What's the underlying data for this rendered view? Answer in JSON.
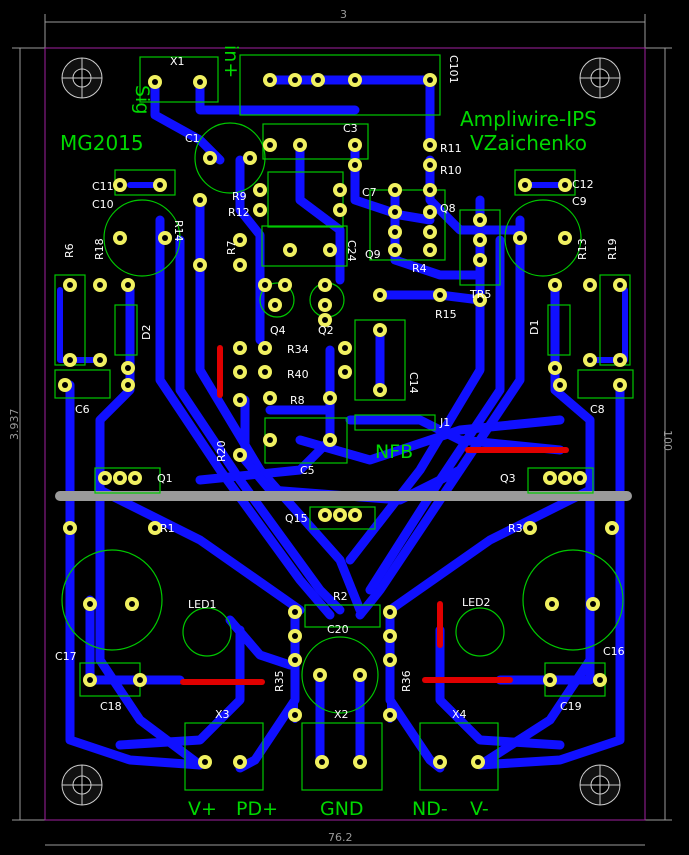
{
  "board": {
    "title": "Ampliwire-IPS",
    "author": "VZaichenko",
    "code": "MG2015",
    "dim_top": "3",
    "dim_bottom": "76.2",
    "dim_left": "3.937",
    "dim_right": "100",
    "nfb": "NFB"
  },
  "terminals": [
    {
      "ref": "X3",
      "labels": [
        "V+",
        "PD+"
      ]
    },
    {
      "ref": "X2",
      "labels": [
        "GND"
      ]
    },
    {
      "ref": "X4",
      "labels": [
        "ND-",
        "V-"
      ]
    },
    {
      "ref": "X1",
      "labels": [
        "Sig",
        "in+"
      ]
    }
  ],
  "parts": {
    "C101": "C101",
    "C1": "C1",
    "C3": "C3",
    "R11": "R11",
    "R10": "R10",
    "C7": "C7",
    "Q8": "Q8",
    "R9": "R9",
    "R12": "R12",
    "C11": "C11",
    "C10": "C10",
    "R14": "R14",
    "C12": "C12",
    "C9": "C9",
    "R7": "R7",
    "C24": "C24",
    "Q9": "Q9",
    "R4": "R4",
    "TR5": "TR5",
    "R15": "R15",
    "R6": "R6",
    "R18": "R18",
    "R13": "R13",
    "R19": "R19",
    "D2": "D2",
    "D1": "D1",
    "Q4": "Q4",
    "Q2": "Q2",
    "R34": "R34",
    "R40": "R40",
    "R8": "R8",
    "C14": "C14",
    "C6": "C6",
    "C8": "C8",
    "J1": "J1",
    "R20": "R20",
    "C5": "C5",
    "Q1": "Q1",
    "Q3": "Q3",
    "Q15": "Q15",
    "R1": "R1",
    "R3": "R3",
    "R2": "R2",
    "C20": "C20",
    "LED1": "LED1",
    "LED2": "LED2",
    "C17": "C17",
    "C16": "C16",
    "R35": "R35",
    "R36": "R36",
    "C18": "C18",
    "C19": "C19"
  }
}
